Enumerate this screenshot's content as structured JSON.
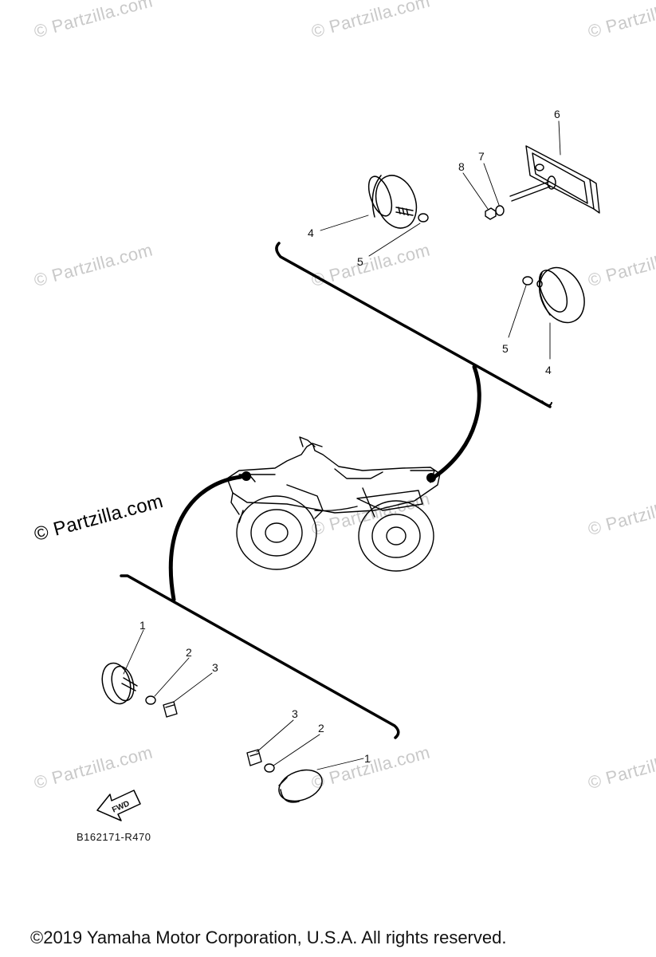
{
  "watermark": "© Partzilla.com",
  "diagram_code": "B162171-R470",
  "fwd_label": "FWD",
  "copyright": "©2019 Yamaha Motor Corporation, U.S.A. All rights reserved.",
  "callouts": {
    "c6": "6",
    "c7": "7",
    "c8": "8",
    "c4a": "4",
    "c5a": "5",
    "c5b": "5",
    "c4b": "4",
    "c1a": "1",
    "c2a": "2",
    "c3a": "3",
    "c3b": "3",
    "c2b": "2",
    "c1b": "1"
  }
}
